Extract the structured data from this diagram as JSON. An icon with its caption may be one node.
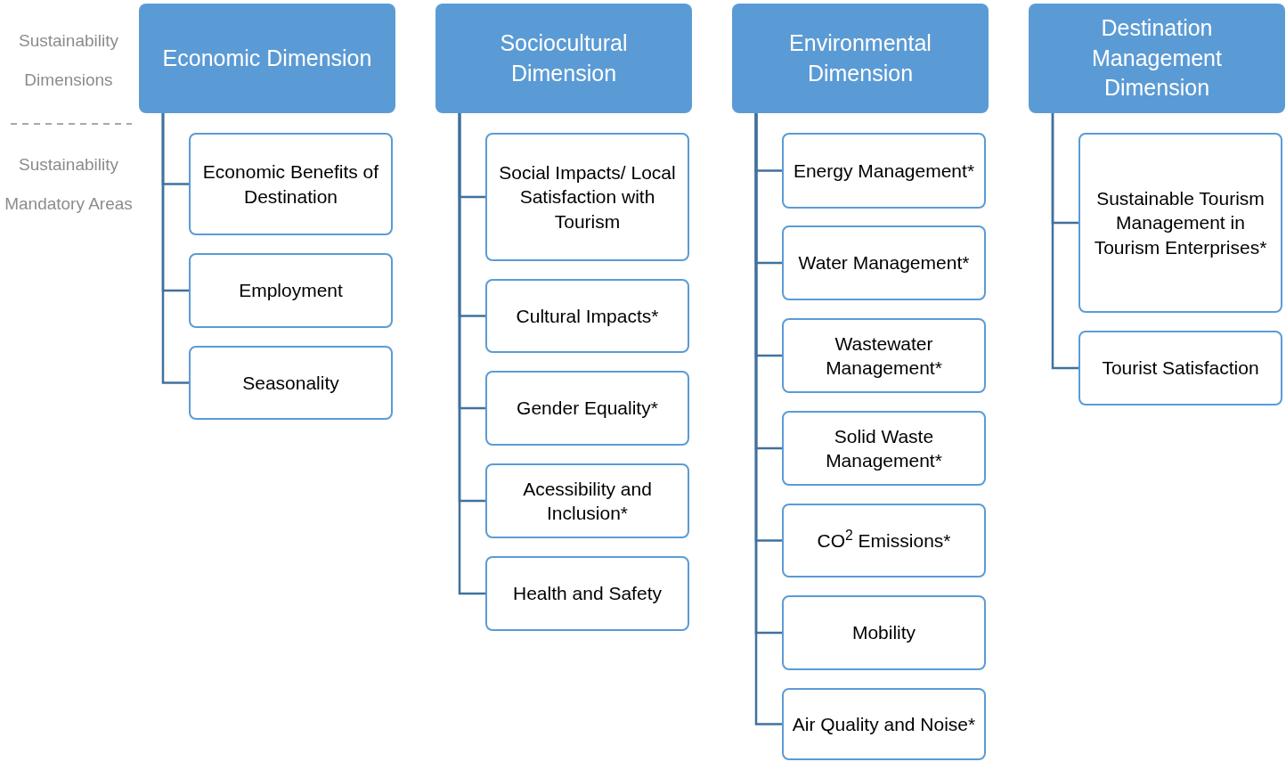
{
  "diagram": {
    "nodes": [
      {
        "text": [
          "Economic Dimension"
        ]
      },
      {
        "text": [
          "Economic Benefits of Destination"
        ]
      },
      {
        "text": [
          "Employment"
        ]
      },
      {
        "text": [
          "Seasonality"
        ]
      },
      {
        "text": [
          "Sociocultural Dimension"
        ]
      },
      {
        "text": [
          "Social Impacts/ Local Satisfaction with Tourism"
        ]
      },
      {
        "text": [
          "Cultural Impacts*"
        ]
      },
      {
        "text": [
          "Gender Equality*"
        ]
      },
      {
        "text": [
          "Acessibility and Inclusion*"
        ]
      },
      {
        "text": [
          "Health and Safety"
        ]
      },
      {
        "text": [
          "Environmental Dimension"
        ]
      },
      {
        "text": [
          "Energy Management*"
        ]
      },
      {
        "text": [
          "Water Management*"
        ]
      },
      {
        "text": [
          "Wastewater Management*"
        ]
      },
      {
        "text": [
          "Solid Waste Management*"
        ]
      },
      {
        "text": [
          "CO$^{2}$ Emissions*"
        ]
      },
      {
        "text": [
          "Mobility"
        ]
      },
      {
        "text": [
          "Air Quality and Noise*"
        ]
      },
      {
        "text": [
          "Destination Management Dimension"
        ]
      },
      {
        "text": [
          "Sustainable Tourism Management in Tourism Enterprises*"
        ]
      },
      {
        "text": [
          "Tourist Satisfaction"
        ]
      }
    ],
    "edges": [
      {
        "from": 0,
        "to": 1,
        "arrow": "none"
      },
      {
        "from": 0,
        "to": 2,
        "arrow": "none"
      },
      {
        "from": 0,
        "to": 3,
        "arrow": "none"
      },
      {
        "from": 4,
        "to": 5,
        "arrow": "none"
      },
      {
        "from": 4,
        "to": 6,
        "arrow": "none"
      },
      {
        "from": 4,
        "to": 7,
        "arrow": "none"
      },
      {
        "from": 4,
        "to": 8,
        "arrow": "none"
      },
      {
        "from": 4,
        "to": 9,
        "arrow": "none"
      },
      {
        "from": 10,
        "to": 11,
        "arrow": "none"
      },
      {
        "from": 10,
        "to": 12,
        "arrow": "none"
      },
      {
        "from": 10,
        "to": 13,
        "arrow": "none"
      },
      {
        "from": 10,
        "to": 14,
        "arrow": "none"
      },
      {
        "from": 10,
        "to": 15,
        "arrow": "none"
      },
      {
        "from": 10,
        "to": 16,
        "arrow": "none"
      },
      {
        "from": 10,
        "to": 17,
        "arrow": "none"
      },
      {
        "from": 18,
        "to": 19,
        "arrow": "none"
      },
      {
        "from": 18,
        "to": 20,
        "arrow": "none"
      }
    ],
    "labels": [
      "Sustainability Dimensions",
      "Sustainability Mandatory Areas"
    ]
  }
}
